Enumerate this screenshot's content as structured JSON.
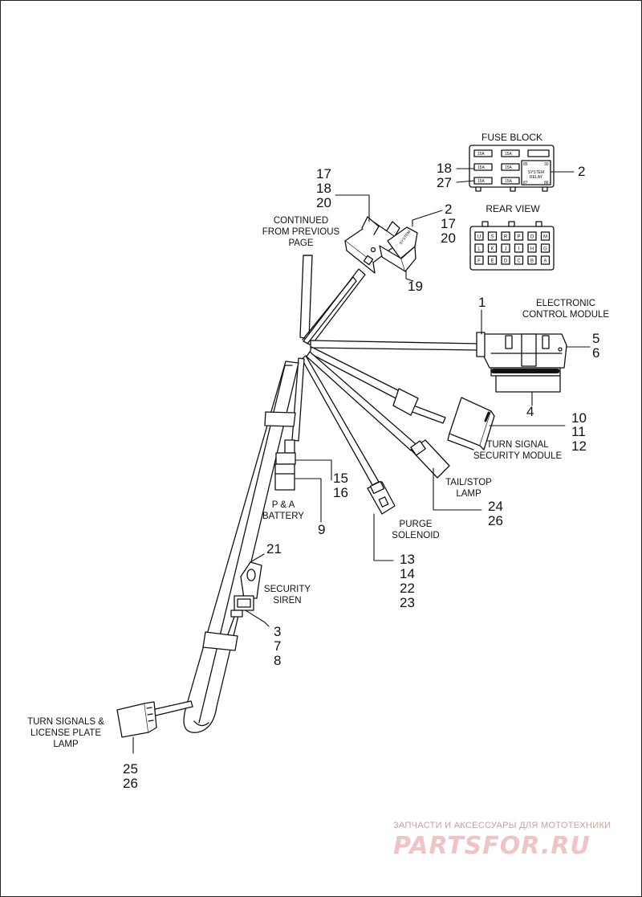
{
  "labels": {
    "fuse_block": "FUSE BLOCK",
    "rear_view": "REAR VIEW",
    "continued": "CONTINUED\nFROM PREVIOUS\nPAGE",
    "ecm": "ELECTRONIC\nCONTROL MODULE",
    "tssm": "TURN SIGNAL\nSECURITY MODULE",
    "tail_stop": "TAIL/STOP\nLAMP",
    "purge": "PURGE\nSOLENOID",
    "pa_battery": "P & A\nBATTERY",
    "security_siren": "SECURITY\nSIREN",
    "turn_signals": "TURN SIGNALS &\nLICENSE PLATE\nLAMP"
  },
  "fuse_block": {
    "fuses": [
      "15A",
      "15A",
      "15A",
      "15A",
      "15A",
      "15A"
    ],
    "relay_label": "SYSTEM\nRELAY",
    "relay_pins": [
      "85",
      "30",
      "87",
      "86"
    ],
    "rear_letters": [
      [
        "U",
        "S",
        "R",
        "P",
        "O",
        "M"
      ],
      [
        "L",
        "K",
        "J",
        "I",
        "H",
        "G"
      ],
      [
        "F",
        "E",
        "D",
        "C",
        "B",
        "A"
      ]
    ]
  },
  "connector_label": "SYSTEM",
  "callouts": {
    "top_left": [
      "17",
      "18",
      "20"
    ],
    "top_right": [
      "2",
      "17",
      "20"
    ],
    "fuse_left_a": "18",
    "fuse_left_b": "27",
    "fuse_right": "2",
    "c19": "19",
    "c1": "1",
    "ecm_right": [
      "5",
      "6"
    ],
    "c4": "4",
    "tssm": [
      "10",
      "11",
      "12"
    ],
    "pa": [
      "15",
      "16"
    ],
    "c9": "9",
    "tail": [
      "24",
      "26"
    ],
    "purge": [
      "13",
      "14",
      "22",
      "23"
    ],
    "c21": "21",
    "siren": [
      "3",
      "7",
      "8"
    ],
    "turn": [
      "25",
      "26"
    ]
  },
  "watermark": {
    "text": "ЗАПЧАСТИ И АКСЕССУАРЫ ДЛЯ МОТОТЕХНИКИ",
    "logo": "PARTSFOR.RU"
  }
}
